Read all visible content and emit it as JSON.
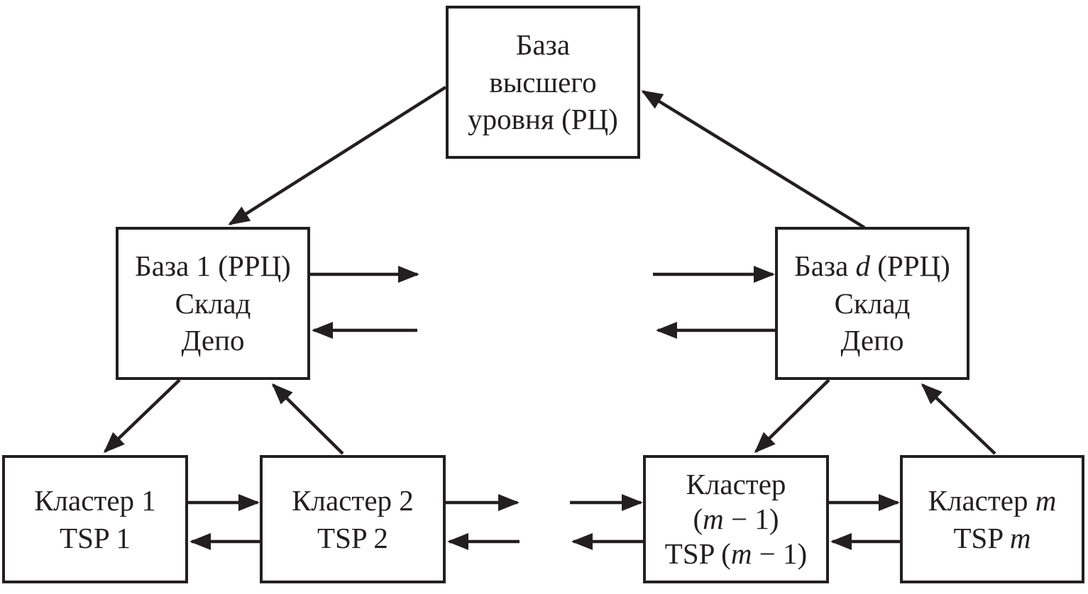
{
  "figure": {
    "type": "hierarchy-diagram",
    "background": "#ffffff",
    "ink": "#231f20"
  },
  "nodes": {
    "top_base": {
      "lines": [
        [
          {
            "t": "База",
            "i": false
          }
        ],
        [
          {
            "t": "высшего",
            "i": false
          }
        ],
        [
          {
            "t": "уровня (РЦ)",
            "i": false
          }
        ]
      ]
    },
    "base_1": {
      "lines": [
        [
          {
            "t": "База 1 (РРЦ)",
            "i": false
          }
        ],
        [
          {
            "t": "Склад",
            "i": false
          }
        ],
        [
          {
            "t": "Депо",
            "i": false
          }
        ]
      ]
    },
    "base_d": {
      "lines": [
        [
          {
            "t": "База ",
            "i": false
          },
          {
            "t": "d",
            "i": true
          },
          {
            "t": " (РРЦ)",
            "i": false
          }
        ],
        [
          {
            "t": "Склад",
            "i": false
          }
        ],
        [
          {
            "t": "Депо",
            "i": false
          }
        ]
      ]
    },
    "cluster_1": {
      "lines": [
        [
          {
            "t": "Кластер 1",
            "i": false
          }
        ],
        [
          {
            "t": "TSP 1",
            "i": false
          }
        ]
      ]
    },
    "cluster_2": {
      "lines": [
        [
          {
            "t": "Кластер 2",
            "i": false
          }
        ],
        [
          {
            "t": "TSP 2",
            "i": false
          }
        ]
      ]
    },
    "cluster_m_minus_1": {
      "lines": [
        [
          {
            "t": "Кластер",
            "i": false
          }
        ],
        [
          {
            "t": "(",
            "i": false
          },
          {
            "t": "m",
            "i": true
          },
          {
            "t": " − 1)",
            "i": false
          }
        ],
        [
          {
            "t": "TSP (",
            "i": false
          },
          {
            "t": "m",
            "i": true
          },
          {
            "t": " − 1)",
            "i": false
          }
        ]
      ]
    },
    "cluster_m": {
      "lines": [
        [
          {
            "t": "Кластер ",
            "i": false
          },
          {
            "t": "m",
            "i": true
          }
        ],
        [
          {
            "t": "TSP ",
            "i": false
          },
          {
            "t": "m",
            "i": true
          }
        ]
      ]
    }
  },
  "connections": [
    {
      "from": "База высшего уровня (РЦ)",
      "to": "База 1 (РРЦ)"
    },
    {
      "from": "База d (РРЦ)",
      "to": "База высшего уровня (РЦ)"
    },
    {
      "from": "База 1 (РРЦ)",
      "to": "Кластер 1"
    },
    {
      "from": "Кластер 2",
      "to": "База 1 (РРЦ)"
    },
    {
      "from": "База d (РРЦ)",
      "to": "Кластер (m − 1)"
    },
    {
      "from": "Кластер m",
      "to": "База d (РРЦ)"
    },
    {
      "from": "База 1 (РРЦ)",
      "to": "(продолжение вправо)"
    },
    {
      "from": "(продолжение справа)",
      "to": "База 1 (РРЦ)"
    },
    {
      "from": "(продолжение слева)",
      "to": "База d (РРЦ)"
    },
    {
      "from": "База d (РРЦ)",
      "to": "(продолжение влево)"
    },
    {
      "from": "Кластер 1",
      "to": "Кластер 2"
    },
    {
      "from": "Кластер 2",
      "to": "Кластер 1"
    },
    {
      "from": "Кластер 2",
      "to": "(продолжение вправо)"
    },
    {
      "from": "(продолжение справа)",
      "to": "Кластер 2"
    },
    {
      "from": "(продолжение слева)",
      "to": "Кластер (m − 1)"
    },
    {
      "from": "Кластер (m − 1)",
      "to": "(продолжение влево)"
    },
    {
      "from": "Кластер (m − 1)",
      "to": "Кластер m"
    },
    {
      "from": "Кластер m",
      "to": "Кластер (m − 1)"
    }
  ]
}
